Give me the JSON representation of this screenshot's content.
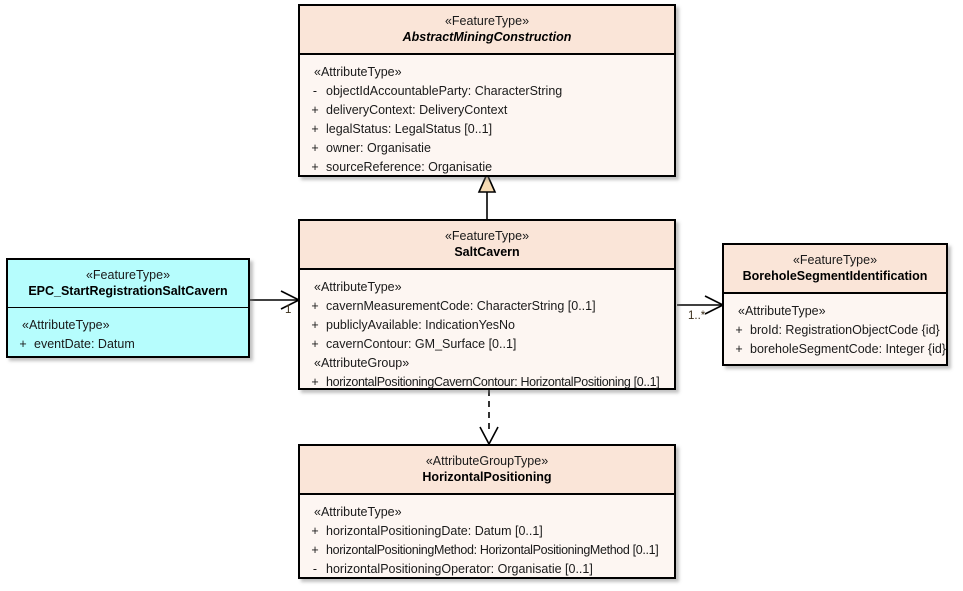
{
  "diagram": {
    "kind": "uml-class-diagram",
    "background": "#ffffff",
    "colors": {
      "class_header_fill": "#fae5d8",
      "class_body_fill": "#fdf6f2",
      "highlight_fill": "#b6fdfd",
      "border": "#000000",
      "generalization_arrow_fill": "#f7dcb4",
      "multiplicity_text": "#3a2e1a"
    }
  },
  "classes": {
    "abstract_mining_construction": {
      "stereotype": "«FeatureType»",
      "name": "AbstractMiningConstruction",
      "name_italic": true,
      "compartments": [
        {
          "group": "«AttributeType»",
          "attributes": [
            {
              "visibility": "-",
              "text": "objectIdAccountableParty: CharacterString"
            },
            {
              "visibility": "+",
              "text": "deliveryContext: DeliveryContext"
            },
            {
              "visibility": "+",
              "text": "legalStatus: LegalStatus [0..1]"
            },
            {
              "visibility": "+",
              "text": "owner: Organisatie"
            },
            {
              "visibility": "+",
              "text": "sourceReference: Organisatie"
            }
          ]
        }
      ]
    },
    "salt_cavern": {
      "stereotype": "«FeatureType»",
      "name": "SaltCavern",
      "name_italic": false,
      "compartments": [
        {
          "group": "«AttributeType»",
          "attributes": [
            {
              "visibility": "+",
              "text": "cavernMeasurementCode: CharacterString [0..1]"
            },
            {
              "visibility": "+",
              "text": "publiclyAvailable: IndicationYesNo"
            },
            {
              "visibility": "+",
              "text": "cavernContour: GM_Surface [0..1]"
            }
          ]
        },
        {
          "group": "«AttributeGroup»",
          "attributes": [
            {
              "visibility": "+",
              "text": "horizontalPositioningCavernContour: HorizontalPositioning [0..1]"
            }
          ]
        }
      ]
    },
    "epc_start_registration_salt_cavern": {
      "stereotype": "«FeatureType»",
      "name": "EPC_StartRegistrationSaltCavern",
      "name_italic": false,
      "compartments": [
        {
          "group": "«AttributeType»",
          "attributes": [
            {
              "visibility": "+",
              "text": "eventDate: Datum"
            }
          ]
        }
      ]
    },
    "borehole_segment_identification": {
      "stereotype": "«FeatureType»",
      "name": "BoreholeSegmentIdentification",
      "name_italic": false,
      "compartments": [
        {
          "group": "«AttributeType»",
          "attributes": [
            {
              "visibility": "+",
              "text": "broId: RegistrationObjectCode {id}"
            },
            {
              "visibility": "+",
              "text": "boreholeSegmentCode: Integer {id}"
            }
          ]
        }
      ]
    },
    "horizontal_positioning": {
      "stereotype": "«AttributeGroupType»",
      "name": "HorizontalPositioning",
      "name_italic": false,
      "compartments": [
        {
          "group": "«AttributeType»",
          "attributes": [
            {
              "visibility": "+",
              "text": "horizontalPositioningDate: Datum [0..1]"
            },
            {
              "visibility": "+",
              "text": "horizontalPositioningMethod: HorizontalPositioningMethod [0..1]"
            },
            {
              "visibility": "-",
              "text": "horizontalPositioningOperator: Organisatie [0..1]"
            }
          ]
        }
      ]
    }
  },
  "relationships": {
    "generalization_saltcavern_to_abstract": {
      "type": "generalization",
      "from": "SaltCavern",
      "to": "AbstractMiningConstruction",
      "label": ""
    },
    "association_epc_to_saltcavern": {
      "type": "association",
      "from": "EPC_StartRegistrationSaltCavern",
      "to": "SaltCavern",
      "target_multiplicity": "1"
    },
    "association_saltcavern_to_borehole": {
      "type": "association",
      "from": "SaltCavern",
      "to": "BoreholeSegmentIdentification",
      "target_multiplicity": "1..*"
    },
    "dependency_saltcavern_to_horizontalpositioning": {
      "type": "dependency",
      "from": "SaltCavern",
      "to": "HorizontalPositioning",
      "label": ""
    }
  }
}
